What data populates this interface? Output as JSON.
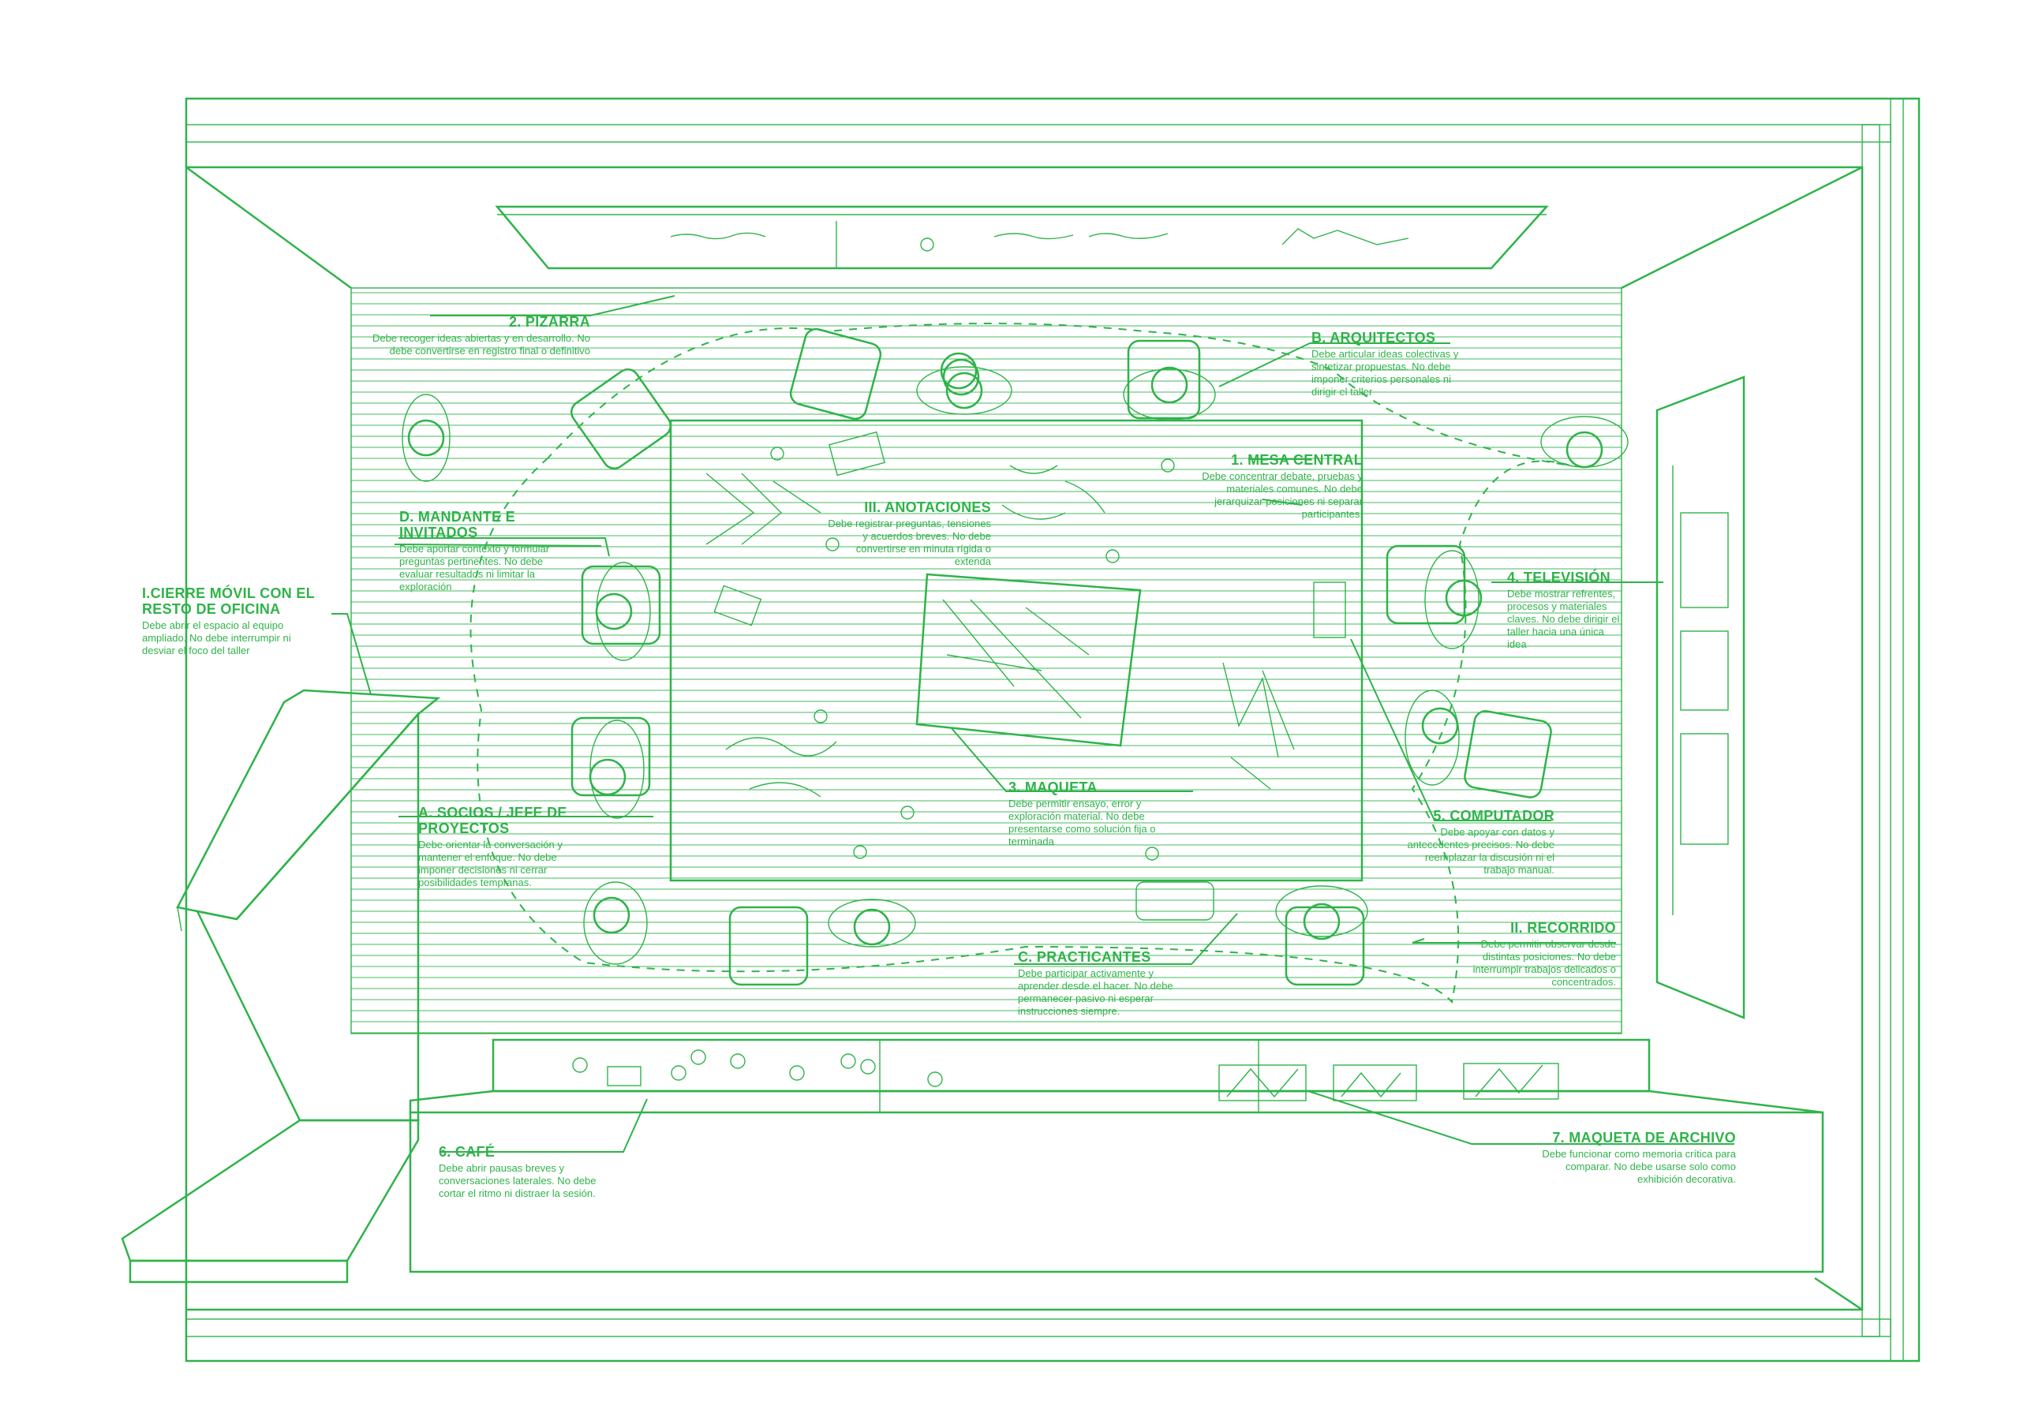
{
  "colors": {
    "accent": "#2fb34a",
    "background": "#ffffff"
  },
  "labels": {
    "pizarra": {
      "title": "2. PIZARRA",
      "desc": "Debe recoger ideas abiertas y en desarrollo. No debe convertirse en registro final o definitivo"
    },
    "arquitectos": {
      "title": "B. ARQUITECTOS",
      "desc": "Debe articular ideas colectivas y sintetizar propuestas. No debe imponer criterios personales ni dirigir el taller"
    },
    "mesa_central": {
      "title": "1. MESA CENTRAL",
      "desc": "Debe concentrar debate, pruebas y materiales comunes. No debe jerarquizar posiciones ni separar participantes."
    },
    "anotaciones": {
      "title": "III. ANOTACIONES",
      "desc": "Debe registrar preguntas, tensiones y acuerdos breves. No debe convertirse en minuta rígida o extenda"
    },
    "mandante": {
      "title": "D. MANDANTE E INVITADOS",
      "desc": "Debe aportar contexto y formular preguntas pertinentes. No debe evaluar resultados ni limitar la exploración"
    },
    "cierre": {
      "title": "I.CIERRE MÓVIL CON EL RESTO DE OFICINA",
      "desc": "Debe abrir el espacio al equipo ampliado. No debe interrumpir ni desviar el foco del taller"
    },
    "television": {
      "title": "4. TELEVISIÓN",
      "desc": "Debe mostrar refrentes, procesos y materiales claves. No debe dirigir el taller hacia una única idea"
    },
    "maqueta": {
      "title": "3. MAQUETA",
      "desc": "Debe permitir ensayo, error y exploración material. No debe presentarse como solución fija o terminada"
    },
    "computador": {
      "title": "5. COMPUTADOR",
      "desc": "Debe apoyar con datos y antecedentes precisos. No debe reemplazar la discusión ni el trabajo manual."
    },
    "socios": {
      "title": "A. SOCIOS / JEFE DE PROYECTOS",
      "desc": "Debe orientar la conversación y mantener el enfoque. No debe imponer decisiones ni cerrar posibilidades tempranas."
    },
    "recorrido": {
      "title": "II. RECORRIDO",
      "desc": "Debe permitir observar desde distintas posiciones. No debe interrumpir trabajos delicados o concentrados."
    },
    "practicantes": {
      "title": "C. PRACTICANTES",
      "desc": "Debe participar activamente y aprender desde el hacer. No debe permanecer pasivo ni esperar instrucciones siempre."
    },
    "archivo": {
      "title": "7. MAQUETA DE ARCHIVO",
      "desc": "Debe funcionar como memoria crítica para comparar. No debe usarse solo como exhibición decorativa."
    },
    "cafe": {
      "title": "6. CAFÉ",
      "desc": "Debe abrir pausas breves y conversaciones laterales. No debe cortar el ritmo ni distraer la sesión."
    }
  }
}
